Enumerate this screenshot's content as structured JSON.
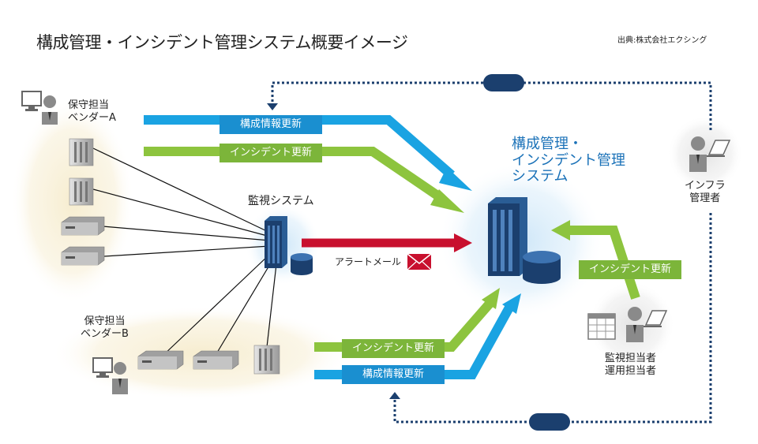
{
  "title": "構成管理・インシデント管理システム概要イメージ",
  "source": "出典:株式会社エクシング",
  "vendor_a_label": "保守担当\nベンダーA",
  "vendor_b_label": "保守担当\nベンダーB",
  "monitoring_label": "監視システム",
  "alert_label": "アラートメール",
  "system_label": "構成管理・\nインシデント管理\nシステム",
  "infra_label": "インフラ\n管理者",
  "operators_label": "監視担当者\n運用担当者",
  "arrows": {
    "config_update_a": "構成情報更新",
    "incident_update_a": "インシデント更新",
    "incident_update_right": "インシデント更新",
    "incident_update_b": "インシデント更新",
    "config_update_b": "構成情報更新"
  },
  "colors": {
    "blue_arrow": "#1aa3e2",
    "blue_label": "#1a8fd0",
    "green_arrow": "#8dc43e",
    "green_label": "#7cb53a",
    "red_arrow": "#c8102e",
    "navy": "#1b3f6e",
    "dotted": "#1b3f6e",
    "system_text": "#1b72b8"
  },
  "icons": [
    "person-at-pc-icon",
    "server-rack-icon",
    "network-switch-icon",
    "database-icon",
    "mail-envelope-icon",
    "person-laptop-icon",
    "spreadsheet-icon"
  ]
}
